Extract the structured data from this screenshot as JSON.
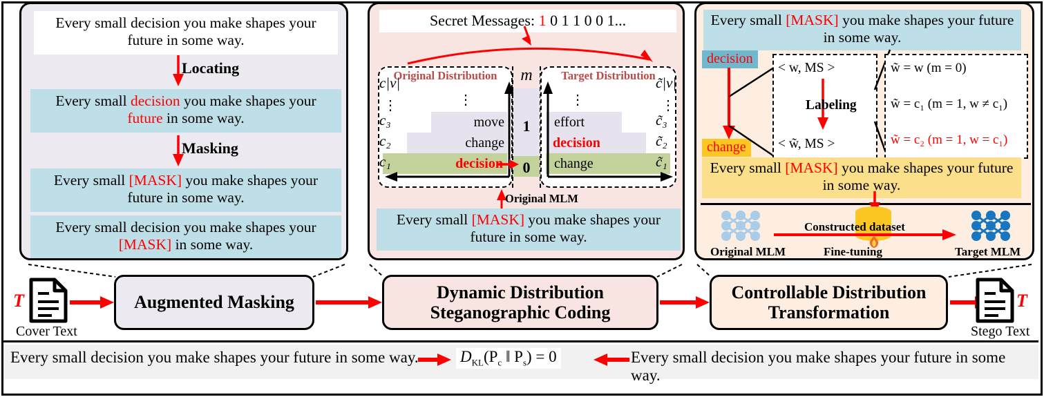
{
  "left_panel": {
    "name": "Augmented Masking",
    "sentence_original": "Every small decision you make shapes your future in some way.",
    "sentence_located_pre": "Every small ",
    "sentence_located_w1": "decision",
    "sentence_located_mid": " you make shapes your ",
    "sentence_located_w2": "future",
    "sentence_located_post": " in some way.",
    "step1_label": "Locating",
    "step2_label": "Masking",
    "masked_a_pre": "Every small ",
    "masked_a_mask": "[MASK]",
    "masked_a_post": " you make shapes your future in some way.",
    "masked_b_pre": "Every small decision you make shapes your ",
    "masked_b_mask": "[MASK]",
    "masked_b_post": " in some way."
  },
  "mid_panel": {
    "secret_label": "Secret Messages: ",
    "secret_first_bit": "1",
    "secret_rest": " 0 1 1 0 0 1...",
    "original_title": "Original Distribution",
    "target_title": "Target Distribution",
    "m_symbol": "m",
    "m_value_top": "1",
    "m_value_bottom": "0",
    "original_candidates": [
      "c₁",
      "c₂",
      "c₃",
      "⋮",
      "c|v|"
    ],
    "original_words": [
      "decision",
      "change",
      "move"
    ],
    "target_candidates": [
      "c̃₁",
      "c̃₂",
      "c̃₃",
      "⋮",
      "c̃|v|"
    ],
    "target_words": [
      "change",
      "decision",
      "effort"
    ],
    "original_mlm_label": "Original MLM",
    "bottom_sentence_pre": "Every small ",
    "bottom_sentence_mask": "[MASK]",
    "bottom_sentence_post": " you make shapes your future in some way."
  },
  "right_panel": {
    "top_sentence_pre": "Every small ",
    "top_sentence_mask": "[MASK]",
    "top_sentence_post": " you make shapes your future in some way.",
    "token_source": "decision",
    "token_target": "change",
    "pair_original": "< w, MS >",
    "pair_modified": "< w̃, MS >",
    "labeling_label": "Labeling",
    "formula_1": "w̃ = w   (m = 0)",
    "formula_2": "w̃ = c₁   (m = 1, w ≠ c₁)",
    "formula_3": "w̃ = c₂   (m = 1, w = c₁)",
    "bottom_sentence_pre": "Every small ",
    "bottom_sentence_mask": "[MASK]",
    "bottom_sentence_post": " you make shapes your future in some way.",
    "original_mlm_label": "Original MLM",
    "target_mlm_label": "Target MLM",
    "dataset_label": "Constructed dataset",
    "finetune_label": "Fine-tuning"
  },
  "flow": {
    "cover_text_mark": "T",
    "cover_text_label": "Cover Text",
    "stage1": "Augmented Masking",
    "stage2_line1": "Dynamic Distribution",
    "stage2_line2": "Steganographic Coding",
    "stage3_line1": "Controllable Distribution",
    "stage3_line2": "Transformation",
    "stego_text_mark": "T",
    "stego_text_label": "Stego Text"
  },
  "bottom": {
    "left_sentence": "Every small decision you make shapes your future in some way.",
    "right_sentence": "Every small decision you make shapes your future in some way.",
    "formula_d": "D",
    "formula_sub": "KL",
    "formula_open": "(P",
    "formula_c": "c",
    "formula_bars": " ‖ P",
    "formula_s": "s",
    "formula_close": ") = 0"
  },
  "colors": {
    "red": "#ff0000",
    "lavender_panel": "#ece9f0",
    "pink_panel": "#f8e5e2",
    "peach_panel": "#fdeee1",
    "blue_highlight": "#bfdfe8",
    "yellow_highlight": "#fcdf8a",
    "green_bar": "#c3d29a",
    "lavender_bar": "#e7e3ee",
    "title_maroon": "#b94a48"
  }
}
